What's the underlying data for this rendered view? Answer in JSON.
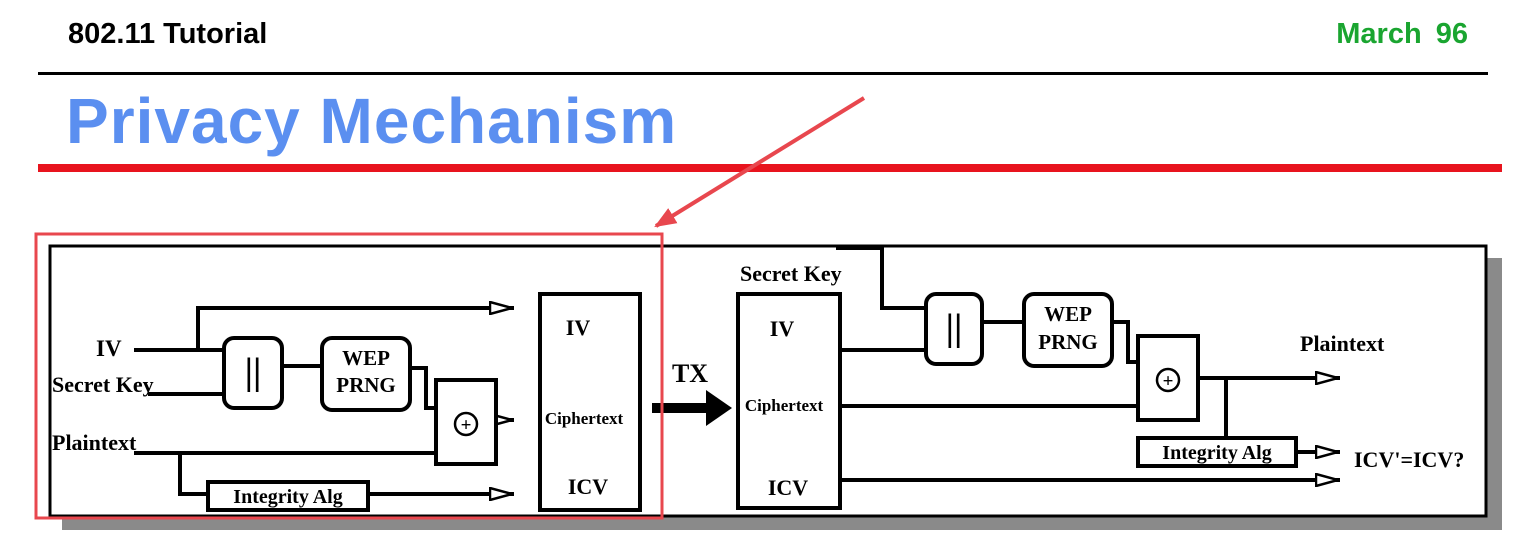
{
  "header": {
    "left": "802.11 Tutorial",
    "right": "March  96"
  },
  "title": "Privacy Mechanism",
  "transmitter": {
    "iv_label": "IV",
    "secret_key_label": "Secret Key",
    "plaintext_label": "Plaintext",
    "concat_symbol": "||",
    "wep_prng_line1": "WEP",
    "wep_prng_line2": "PRNG",
    "xor_symbol": "+",
    "integrity_label": "Integrity Alg",
    "frame_iv": "IV",
    "frame_ciphertext": "Ciphertext",
    "frame_icv": "ICV"
  },
  "tx_label": "TX",
  "receiver": {
    "secret_key_label": "Secret Key",
    "frame_iv": "IV",
    "frame_ciphertext": "Ciphertext",
    "frame_icv": "ICV",
    "concat_symbol": "||",
    "wep_prng_line1": "WEP",
    "wep_prng_line2": "PRNG",
    "xor_symbol": "+",
    "plaintext_label": "Plaintext",
    "integrity_label": "Integrity Alg",
    "check_label": "ICV'=ICV?"
  },
  "colors": {
    "title": "#5b8ff0",
    "date": "#1aa530",
    "accent_rule": "#e8141e",
    "highlight": "#e8474e"
  }
}
